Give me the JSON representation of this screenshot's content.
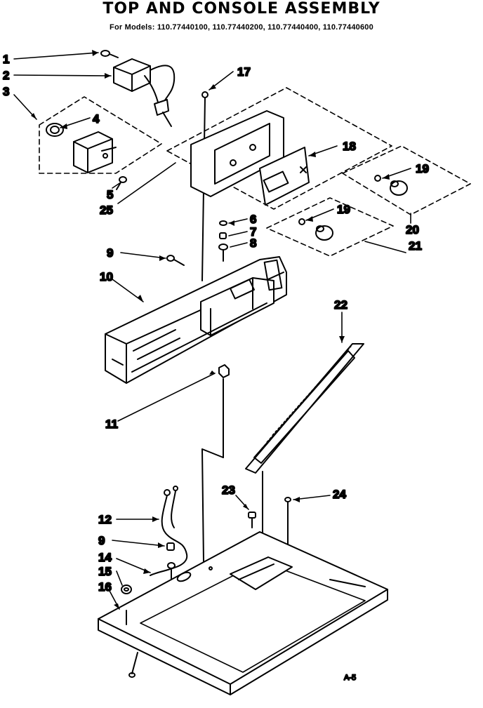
{
  "title": "TOP AND CONSOLE ASSEMBLY",
  "subtitle": "For Models: 110.77440100, 110.77440200, 110.77440400, 110.77440600",
  "callouts": {
    "c1": "1",
    "c2": "2",
    "c3": "3",
    "c4": "4",
    "c5": "5",
    "c25": "25",
    "c17": "17",
    "c18": "18",
    "c19a": "19",
    "c19b": "19",
    "c20": "20",
    "c21": "21",
    "c6": "6",
    "c7": "7",
    "c8": "8",
    "c9a": "9",
    "c10": "10",
    "c11": "11",
    "c22": "22",
    "c23": "23",
    "c24": "24",
    "c12": "12",
    "c9b": "9",
    "c14": "14",
    "c15": "15",
    "c16": "16"
  },
  "drawing_code": "A-5"
}
